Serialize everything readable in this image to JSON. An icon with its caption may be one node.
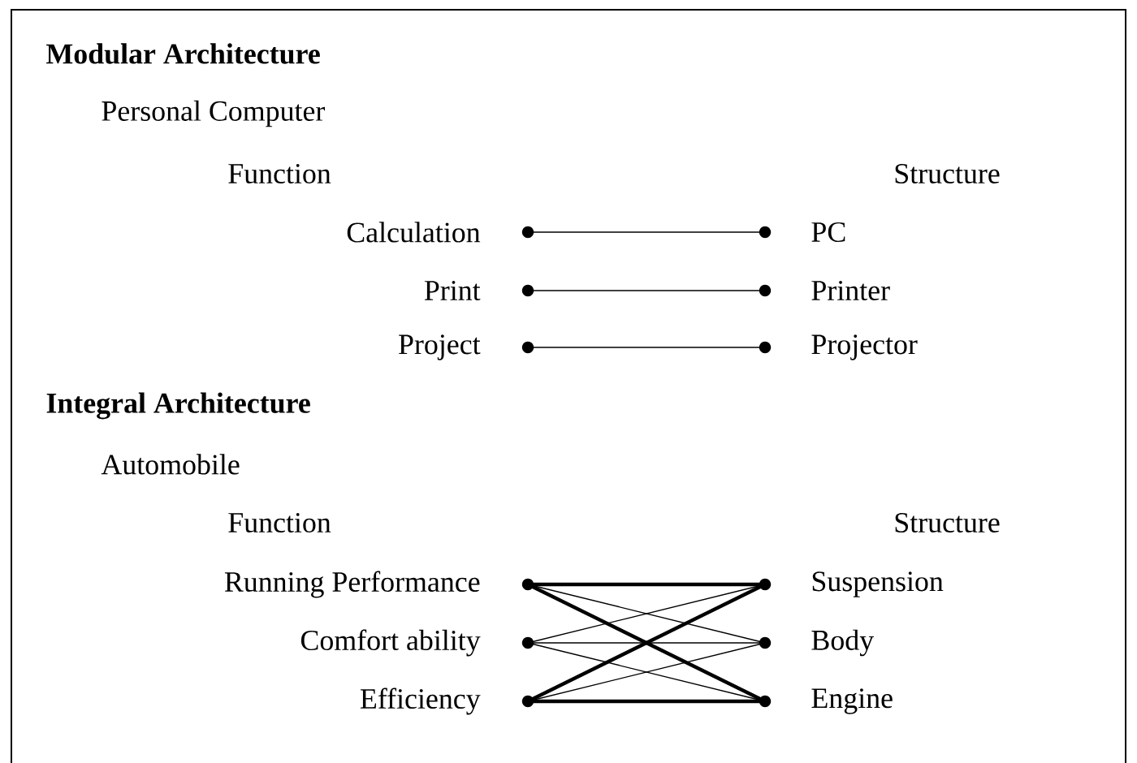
{
  "diagram": {
    "nodes": [
      {
        "text": [
          "Calculation"
        ]
      },
      {
        "text": [
          "Print"
        ]
      },
      {
        "text": [
          "Project"
        ]
      },
      {
        "text": [
          "PC"
        ]
      },
      {
        "text": [
          "Printer"
        ]
      },
      {
        "text": [
          "Projector"
        ]
      },
      {
        "text": [
          "Running Performance"
        ]
      },
      {
        "text": [
          "Comfort ability"
        ]
      },
      {
        "text": [
          "Efficiency"
        ]
      },
      {
        "text": [
          "Suspension"
        ]
      },
      {
        "text": [
          "Body"
        ]
      },
      {
        "text": [
          "Engine"
        ]
      }
    ],
    "edges": [
      {
        "from": 0,
        "to": 3,
        "arrow": "none"
      },
      {
        "from": 1,
        "to": 4,
        "arrow": "none"
      },
      {
        "from": 2,
        "to": 5,
        "arrow": "none"
      },
      {
        "from": 6,
        "to": 9,
        "arrow": "none",
        "style": "thick"
      },
      {
        "from": 6,
        "to": 10,
        "arrow": "none"
      },
      {
        "from": 6,
        "to": 11,
        "arrow": "none",
        "style": "thick"
      },
      {
        "from": 7,
        "to": 9,
        "arrow": "none"
      },
      {
        "from": 7,
        "to": 10,
        "arrow": "none"
      },
      {
        "from": 7,
        "to": 11,
        "arrow": "none"
      },
      {
        "from": 8,
        "to": 9,
        "arrow": "none",
        "style": "thick"
      },
      {
        "from": 8,
        "to": 10,
        "arrow": "none"
      },
      {
        "from": 8,
        "to": 11,
        "arrow": "none",
        "style": "thick"
      }
    ],
    "labels": [
      "Modular Architecture",
      "Personal Computer",
      "Function",
      "Structure",
      "Integral Architecture",
      "Automobile",
      "Function",
      "Structure"
    ]
  }
}
